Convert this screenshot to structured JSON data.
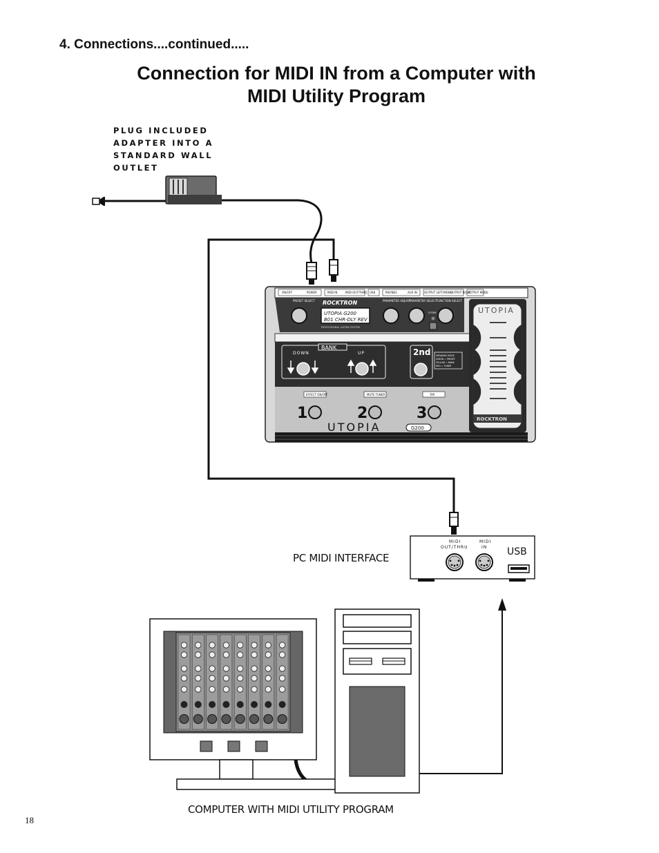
{
  "header": {
    "section": "4. Connections....continued.....",
    "title_line1": "Connection for MIDI IN from a Computer with",
    "title_line2": "MIDI Utility Program"
  },
  "adapter": {
    "caption_lines": [
      "PLUG INCLUDED",
      "ADAPTER INTO A",
      "STANDARD WALL",
      "OUTLET"
    ]
  },
  "pedal": {
    "top_labels": [
      "ON/OFF",
      "POWER",
      "MIDI IN",
      "MIDI OUT/THRU",
      "USB",
      "PHONES",
      "AUX IN",
      "OUTPUT LEFT/MONO",
      "OUTPUT RIGHT",
      "OUTPUT MODE"
    ],
    "knob_labels": [
      "PRESET SELECT",
      "PARAMETER ADJUST",
      "PARAMETER SELECT",
      "FUNCTION SELECT"
    ],
    "brand": "ROCKTRON",
    "display_line1": "UTOPIA G200",
    "display_line2": "B01 CHR-DLY REV",
    "tagline": "PROFESSIONAL GUITAR SYSTEM",
    "store_label": "STORE",
    "bank_label": "BANK",
    "down_label": "DOWN",
    "up_label": "UP",
    "second_label": "2nd",
    "info_lines": [
      "SPEAKING MODE",
      "GREEN = PRESET",
      "YELLOW = BANK",
      "RED = TUNER"
    ],
    "switch_labels": [
      "EFFECT ON/OFF",
      "MUTE TUNER",
      "TAP"
    ],
    "switch_numbers": [
      "1",
      "2",
      "3"
    ],
    "logo": "UTOPIA",
    "model": "G200",
    "side_logo": "UTOPIA"
  },
  "interface": {
    "label": "PC MIDI INTERFACE",
    "port1_label_line1": "MIDI",
    "port1_label_line2": "OUT/THRU",
    "port2_label_line1": "MIDI",
    "port2_label_line2": "IN",
    "usb_label": "USB"
  },
  "computer": {
    "caption": "COMPUTER WITH MIDI  UTILITY PROGRAM"
  },
  "page_number": "18"
}
